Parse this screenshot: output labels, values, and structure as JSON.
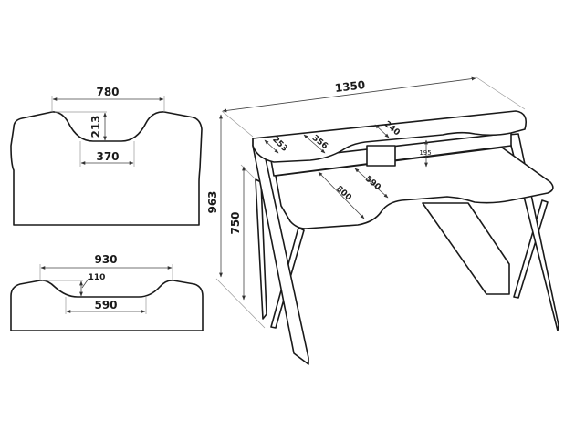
{
  "top_shelf_plan": {
    "width_label": "780",
    "depth_label": "213",
    "cutout_label": "370"
  },
  "desktop_plan": {
    "width_label": "930",
    "depth_label": "110",
    "cutout_label": "590"
  },
  "desk_iso": {
    "width_label": "1350",
    "total_height_label": "963",
    "desk_height_label": "750",
    "shelf_side_label": "253",
    "shelf_depth_label": "356",
    "shelf_center_label": "240",
    "shelf_clearance_label": "195",
    "desk_depth_label": "800",
    "desk_cutout_depth_label": "590"
  },
  "colors": {
    "line": "#1a1a1a",
    "dimension": "#444444"
  }
}
